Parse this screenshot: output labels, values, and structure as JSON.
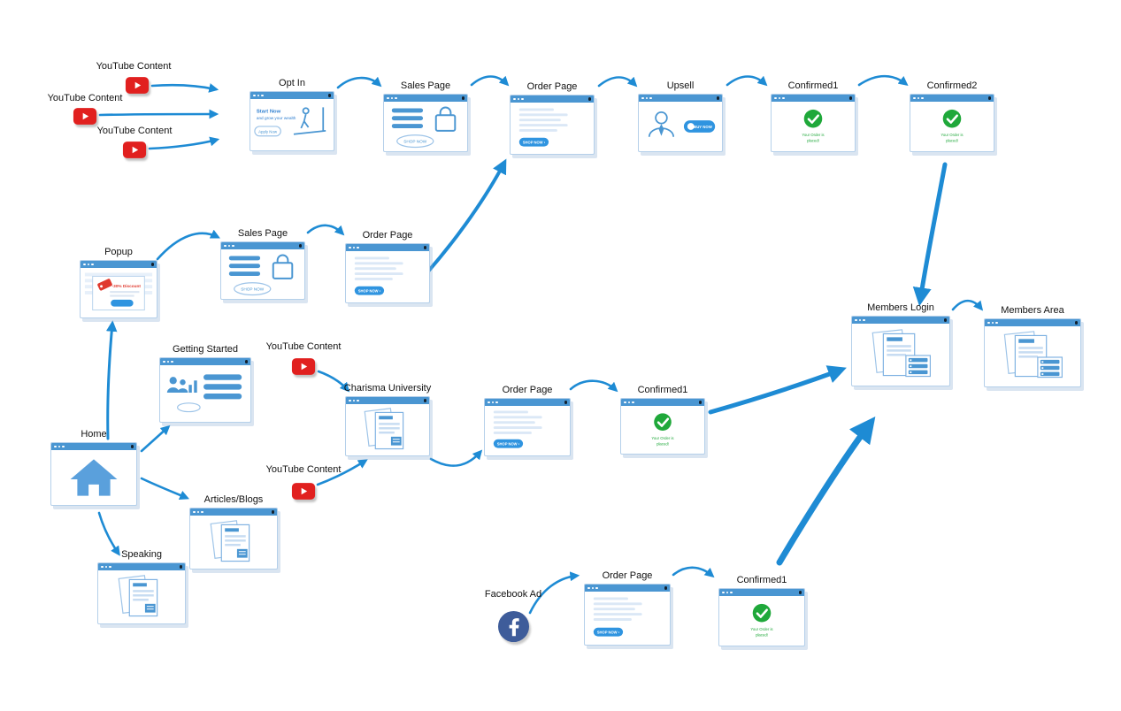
{
  "labels": {
    "youtube_content": "YouTube Content",
    "facebook_ad": "Facebook Ad",
    "opt_in": "Opt In",
    "sales_page": "Sales Page",
    "order_page": "Order Page",
    "upsell": "Upsell",
    "confirmed1": "Confirmed1",
    "confirmed2": "Confirmed2",
    "popup": "Popup",
    "home": "Home",
    "getting_started": "Getting Started",
    "charisma_university": "Charisma University",
    "articles_blogs": "Articles/Blogs",
    "speaking": "Speaking",
    "members_login": "Members Login",
    "members_area": "Members Area"
  },
  "window_text": {
    "start_now": "Start Now",
    "grow_wealth": "and grow your wealth",
    "apply_now": "Apply Now",
    "shop_now": "SHOP NOW",
    "shop_now_btn": "SHOP NOW ›",
    "buy_now": "BUY NOW",
    "order_placed_1": "Your Order is",
    "order_placed_2": "placed!",
    "discount": "-30% Discount"
  },
  "colors": {
    "arrow": "#1e8bd4",
    "titlebar": "#4a96d2",
    "window_border": "#b5d0ea",
    "youtube_red": "#e1201f",
    "facebook_blue": "#3e5c9a",
    "confirm_green": "#1fa83a",
    "button_blue": "#2f94e0"
  }
}
